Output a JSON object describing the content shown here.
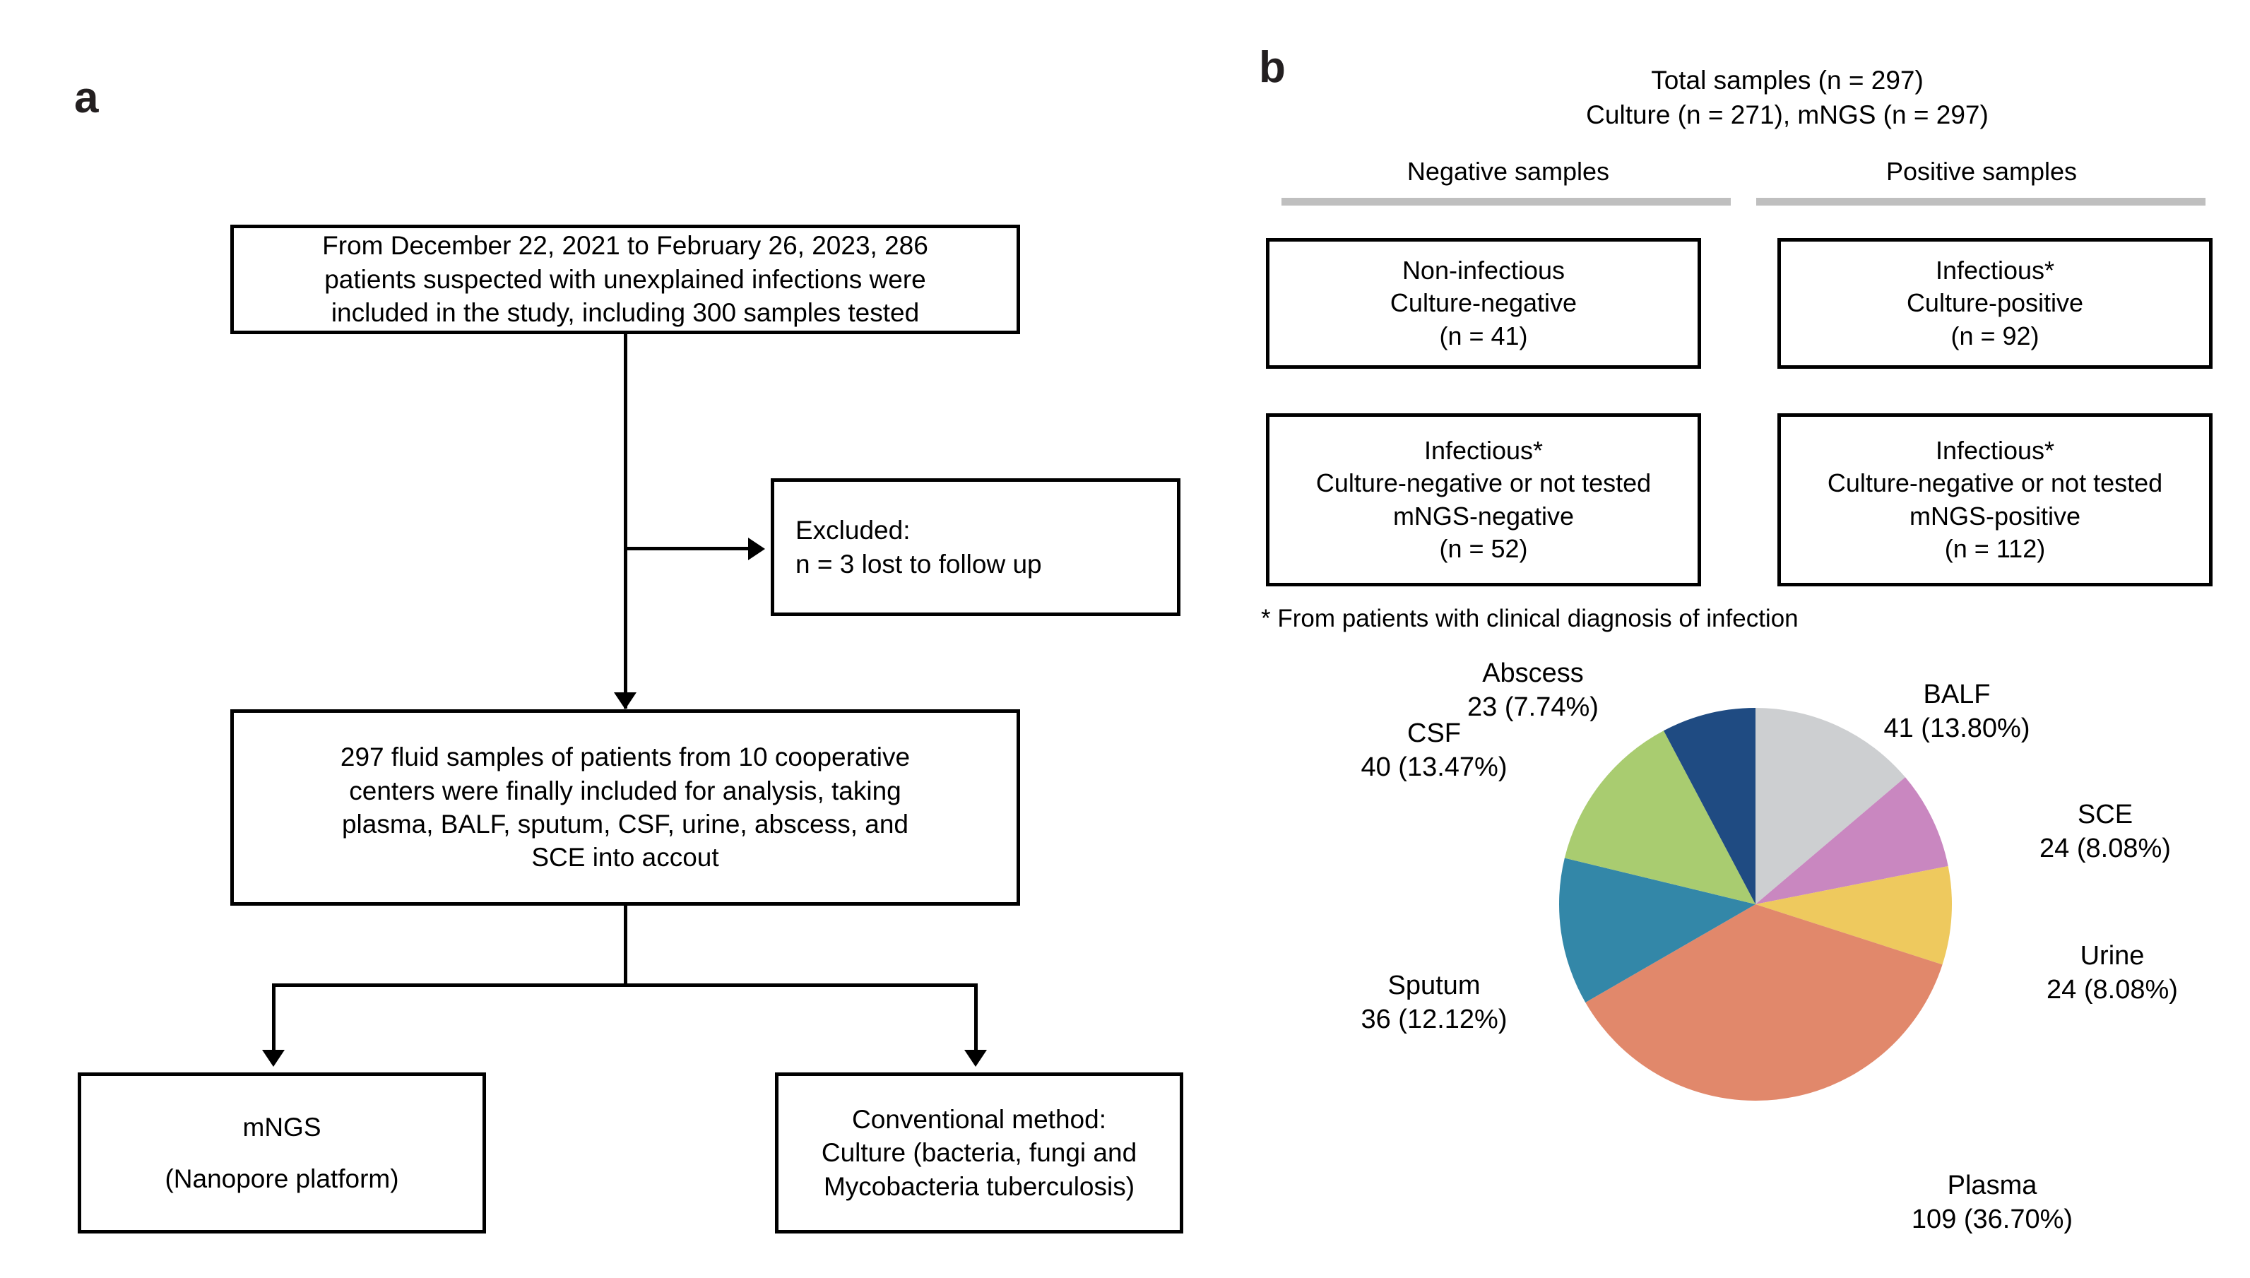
{
  "panels": {
    "a_letter": "a",
    "b_letter": "b"
  },
  "flowchart": {
    "box_enrollment": {
      "lines": [
        "From December 22, 2021 to February 26, 2023, 286",
        "patients suspected with unexplained infections were",
        "included in the study, including 300 samples tested"
      ]
    },
    "box_excluded": {
      "lines": [
        "Excluded:",
        "n = 3 lost to follow up"
      ]
    },
    "box_included": {
      "lines": [
        "297 fluid samples of patients from 10 cooperative",
        "centers were finally included for analysis, taking",
        "plasma, BALF, sputum, CSF, urine, abscess, and",
        "SCE into accout"
      ]
    },
    "box_mngs": {
      "lines": [
        "mNGS",
        "(Nanopore platform)"
      ]
    },
    "box_conventional": {
      "lines": [
        "Conventional method:",
        "Culture (bacteria, fungi and",
        "Mycobacteria tuberculosis)"
      ]
    }
  },
  "sample_flow": {
    "title_line1": "Total  samples  (n = 297)",
    "title_line2": "Culture (n = 271), mNGS (n = 297)",
    "col_negative": "Negative samples",
    "col_positive": "Positive samples",
    "bar_color": "#bfbfbf",
    "box_neg_top": {
      "lines": [
        "Non-infectious",
        "Culture-negative",
        "(n = 41)"
      ]
    },
    "box_pos_top": {
      "lines": [
        "Infectious*",
        "Culture-positive",
        "(n = 92)"
      ]
    },
    "box_neg_bottom": {
      "lines": [
        "Infectious*",
        "Culture-negative or not tested",
        "mNGS-negative",
        "(n = 52)"
      ]
    },
    "box_pos_bottom": {
      "lines": [
        "Infectious*",
        "Culture-negative or not tested",
        "mNGS-positive",
        "(n = 112)"
      ]
    },
    "footnote": "* From patients with clinical diagnosis of infection"
  },
  "chart_data": {
    "type": "pie",
    "title": "",
    "total": 297,
    "start_angle_deg": 0,
    "direction": "clockwise",
    "legend": "labels-outside",
    "categories": [
      "BALF",
      "SCE",
      "Urine",
      "Plasma",
      "Sputum",
      "CSF",
      "Abscess"
    ],
    "values": [
      41,
      24,
      24,
      109,
      36,
      40,
      23
    ],
    "percents": [
      13.8,
      8.08,
      8.08,
      36.7,
      12.12,
      13.47,
      7.74
    ],
    "colors": [
      "#cdcfd1",
      "#c987c0",
      "#eec95e",
      "#e1886b",
      "#3387a8",
      "#a9cc70",
      "#1f4b82"
    ],
    "labels": [
      {
        "name": "BALF",
        "value": "41 (13.80%)"
      },
      {
        "name": "SCE",
        "value": "24 (8.08%)"
      },
      {
        "name": "Urine",
        "value": "24 (8.08%)"
      },
      {
        "name": "Plasma",
        "value": "109 (36.70%)"
      },
      {
        "name": "Sputum",
        "value": "36 (12.12%)"
      },
      {
        "name": "CSF",
        "value": "40 (13.47%)"
      },
      {
        "name": "Abscess",
        "value": "23 (7.74%)"
      }
    ]
  }
}
